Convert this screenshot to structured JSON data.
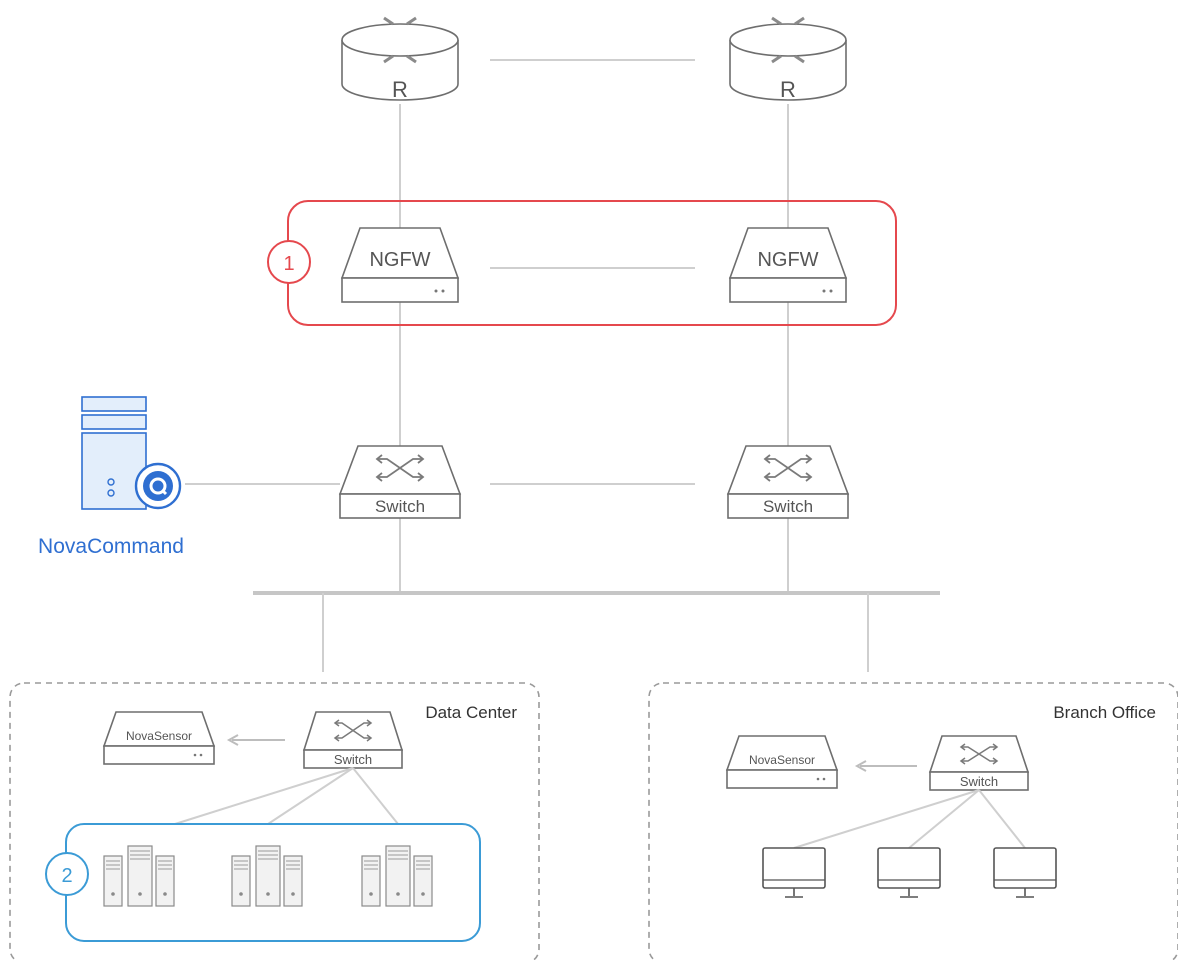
{
  "routers": [
    {
      "label": "R"
    },
    {
      "label": "R"
    }
  ],
  "firewalls": [
    {
      "label": "NGFW"
    },
    {
      "label": "NGFW"
    }
  ],
  "core_switches": [
    {
      "label": "Switch"
    },
    {
      "label": "Switch"
    }
  ],
  "management": {
    "label": "NovaCommand"
  },
  "callouts": {
    "firewall_zone": "1",
    "server_zone": "2"
  },
  "data_center": {
    "title": "Data Center",
    "sensor_label": "NovaSensor",
    "switch_label": "Switch",
    "server_groups": 3
  },
  "branch_office": {
    "title": "Branch Office",
    "sensor_label": "NovaSensor",
    "switch_label": "Switch",
    "workstations": 3
  },
  "colors": {
    "firewall_zone": "#e5484d",
    "server_zone": "#3b9bd6",
    "management": "#2f6fd1",
    "device_stroke": "#6e6e6e",
    "link": "#cfcfcf",
    "site_border": "#9a9a9a"
  }
}
